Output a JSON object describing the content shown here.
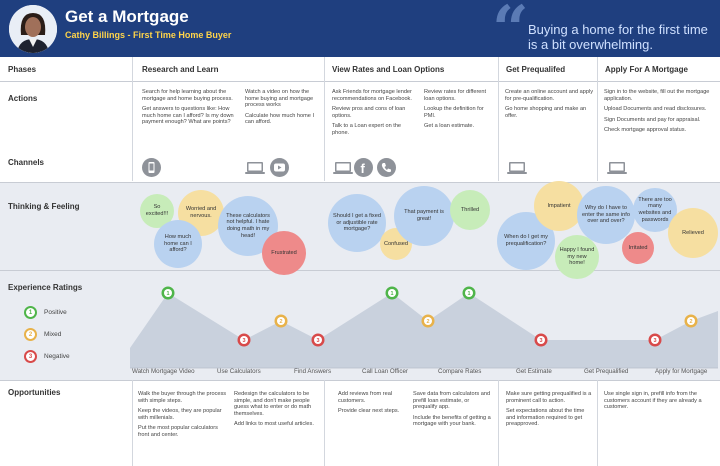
{
  "header": {
    "title": "Get a Mortgage",
    "subtitle": "Cathy Billings - First Time Home Buyer",
    "quote": "Buying a home for the first time is a bit overwhelming.",
    "avatar_icon": "person-photo"
  },
  "rows": {
    "phases": "Phases",
    "actions": "Actions",
    "channels": "Channels",
    "thinking": "Thinking & Feeling",
    "ratings": "Experience Ratings",
    "opportunities": "Opportunities"
  },
  "legend": {
    "positive": "Positive",
    "mixed": "Mixed",
    "negative": "Negative"
  },
  "phases": [
    "Research and Learn",
    "View Rates and Loan Options",
    "Get Prequalifed",
    "Apply For A Mortgage"
  ],
  "actions": [
    [
      "Search for help learning about the mortgage and home buying process.",
      "Get answers to questions like: How much home can I afford? Is my down payment enough? What are points?"
    ],
    [
      "Watch a video on how the home buying and mortgage process works",
      "Calculate how much home I can afford."
    ],
    [
      "Ask Friends for mortgage lender recommendations on Facebook.",
      "Review pros and cons of loan options.",
      "Talk to a Loan expert on the phone."
    ],
    [
      "Review rates for different loan options.",
      "Lookup the definition for PMI.",
      "Get a loan estimate."
    ],
    [
      "Create an online account and apply for pre-qualification.",
      "Go home shopping and make an offer."
    ],
    [
      "Sign in to the website, fill out the mortgage application.",
      "Upload Documents and read disclosures.",
      "Sign Documents and pay for appraisal.",
      "Check mortgage approval status."
    ]
  ],
  "channel_icons": [
    "mobile-icon",
    "laptop-icon",
    "youtube-icon",
    "mobile-icon",
    "facebook-icon",
    "phone-icon",
    "laptop-icon",
    "laptop-icon",
    "laptop-icon"
  ],
  "bubbles": [
    "So excited!!!",
    "Worried and nervous.",
    "How much home can I afford?",
    "These calculators not helpful. I hate doing math in my head!",
    "Frustrated",
    "Should I get a fixed or adjustible rate mortgage?",
    "Confused",
    "That payment is great!",
    "Thrilled",
    "When do I get my prequalification?",
    "Impatient",
    "Why do I have to enter the same info over and over?",
    "Happy I found my new home!",
    "There are too many websites and passwords",
    "Irritated",
    "Relieved"
  ],
  "touchpoints": [
    "Watch Mortgage Video",
    "Use Calculators",
    "Find Answers",
    "Call Loan Officer",
    "Compare Rates",
    "Get Estimate",
    "Get Prequalified",
    "Apply for Mortgage"
  ],
  "opportunities": [
    [
      "Walk the buyer through the process with simple steps.",
      "Keep the videos, they are popular with millenials.",
      "Put the most popular calculators front and center."
    ],
    [
      "Redesign the calculators to be simple, and don't make people guess what to enter or do math themselves.",
      "Add links to most useful articles."
    ],
    [
      "Add reviews from real customers.",
      "Provide clear next steps."
    ],
    [
      "Save data from calculators and prefill loan estimate, or prequalify app.",
      "Include the benefits of getting a mortgage with your bank."
    ],
    [
      "Make sure getting prequalified is a prominent call to action.",
      "Set expectations about the time and information required to get preapproved."
    ],
    [
      "Use single sign in, prefill info from the customers account if they are already a customer."
    ]
  ],
  "chart_data": {
    "type": "line",
    "categories": [
      "Watch Mortgage Video",
      "Use Calculators",
      "Find Answers",
      "Call Loan Officer",
      "Compare Rates",
      "Get Estimate",
      "Get Prequalified",
      "Apply for Mortgage"
    ],
    "rating_scale": {
      "1": "Positive",
      "2": "Mixed",
      "3": "Negative"
    },
    "points": [
      {
        "label": "1",
        "rating": "Positive"
      },
      {
        "label": "3",
        "rating": "Negative"
      },
      {
        "label": "2",
        "rating": "Mixed"
      },
      {
        "label": "3",
        "rating": "Negative"
      },
      {
        "label": "1",
        "rating": "Positive"
      },
      {
        "label": "2",
        "rating": "Mixed"
      },
      {
        "label": "1",
        "rating": "Positive"
      },
      {
        "label": "3",
        "rating": "Negative"
      },
      {
        "label": "3",
        "rating": "Negative"
      },
      {
        "label": "2",
        "rating": "Mixed"
      }
    ]
  }
}
